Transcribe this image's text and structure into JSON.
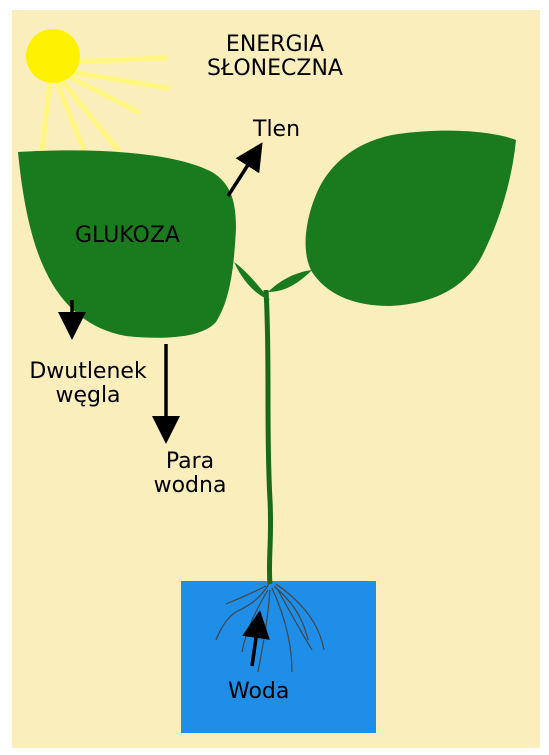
{
  "diagram": {
    "labels": {
      "energy_line1": "ENERGIA",
      "energy_line2": "SŁONECZNA",
      "oxygen": "Tlen",
      "glucose": "GLUKOZA",
      "co2_line1": "Dwutlenek",
      "co2_line2": "węgla",
      "vapor_line1": "Para",
      "vapor_line2": "wodna",
      "water": "Woda"
    },
    "colors": {
      "background": "#fbeebd",
      "sun": "#fff200",
      "sun_rays": "#fff680",
      "leaf": "#1a7a1e",
      "stem": "#1a6a1a",
      "water_box": "#1e8ee8",
      "arrows": "#000000",
      "roots": "#444444"
    }
  }
}
